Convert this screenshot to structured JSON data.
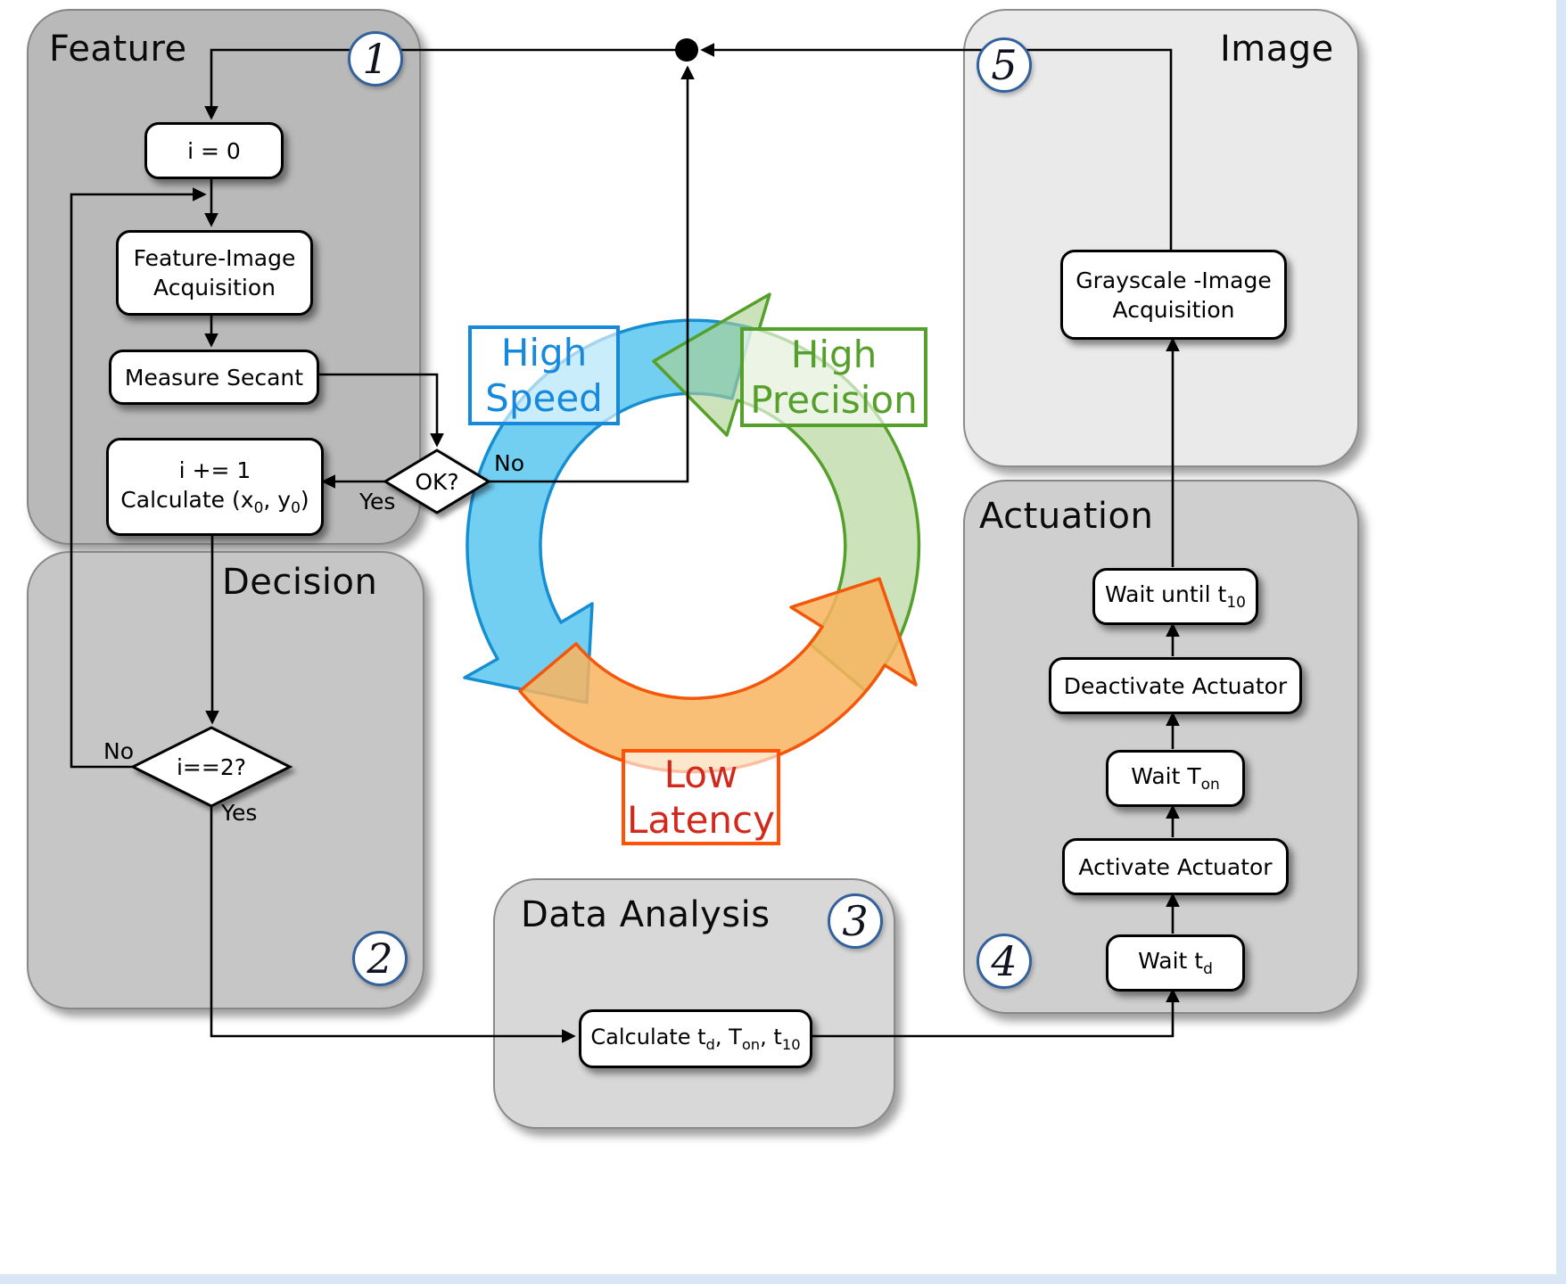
{
  "regions": {
    "feature": {
      "title": "Feature",
      "badge": "1"
    },
    "decision": {
      "title": "Decision",
      "badge": "2"
    },
    "data_analysis": {
      "title": "Data Analysis",
      "badge": "3"
    },
    "actuation": {
      "title": "Actuation",
      "badge": "4"
    },
    "image": {
      "title": "Image",
      "badge": "5"
    }
  },
  "boxes": {
    "i0": {
      "label": "i = 0"
    },
    "feature_image_acq": {
      "line1": "Feature-Image",
      "line2": "Acquisition"
    },
    "measure_secant": {
      "label": "Measure Secant"
    },
    "calc_xy": {
      "line1": "i += 1",
      "line2": [
        {
          "t": "Calculate (x"
        },
        {
          "t": "0",
          "sub": true
        },
        {
          "t": ", y"
        },
        {
          "t": "0",
          "sub": true
        },
        {
          "t": ")"
        }
      ]
    },
    "calc_times": {
      "parts": [
        {
          "t": "Calculate t"
        },
        {
          "t": "d",
          "sub": true
        },
        {
          "t": ", T"
        },
        {
          "t": "on",
          "sub": true
        },
        {
          "t": ", t"
        },
        {
          "t": "10",
          "sub": true
        }
      ]
    },
    "wait_td": {
      "parts": [
        {
          "t": "Wait t"
        },
        {
          "t": "d",
          "sub": true
        }
      ]
    },
    "activate_actuator": {
      "label": "Activate Actuator"
    },
    "wait_ton": {
      "parts": [
        {
          "t": "Wait T"
        },
        {
          "t": "on",
          "sub": true
        }
      ]
    },
    "deactivate_actuator": {
      "label": "Deactivate Actuator"
    },
    "wait_t10": {
      "parts": [
        {
          "t": "Wait until t"
        },
        {
          "t": "10",
          "sub": true
        }
      ]
    },
    "grayscale_acq": {
      "line1": "Grayscale -Image",
      "line2": "Acquisition"
    }
  },
  "decisions": {
    "ok": {
      "label": "OK?",
      "no": "No",
      "yes": "Yes"
    },
    "i2": {
      "label": "i==2?",
      "no": "No",
      "yes": "Yes"
    }
  },
  "cycle": {
    "high_speed": {
      "line1": "High",
      "line2": "Speed",
      "color": "#1789dd"
    },
    "high_precision": {
      "line1": "High",
      "line2": "Precision",
      "color": "#55a02a"
    },
    "low_latency": {
      "line1": "Low",
      "line2": "Latency",
      "text_color": "#d3291d",
      "border_color": "#ff5207"
    }
  },
  "colors": {
    "arrow_blue_fill": "#4fc3ee",
    "arrow_blue_stroke": "#168fd2",
    "arrow_green_fill": "#abd18f",
    "arrow_green_stroke": "#55a02a",
    "arrow_orange_fill": "#f9b45e",
    "arrow_orange_stroke": "#f4560a",
    "badge_border": "#33619c",
    "region_fills": [
      "#b9b9b9",
      "#c6c6c6",
      "#d8d8d8",
      "#cfcfcf",
      "#eaeaea"
    ]
  }
}
